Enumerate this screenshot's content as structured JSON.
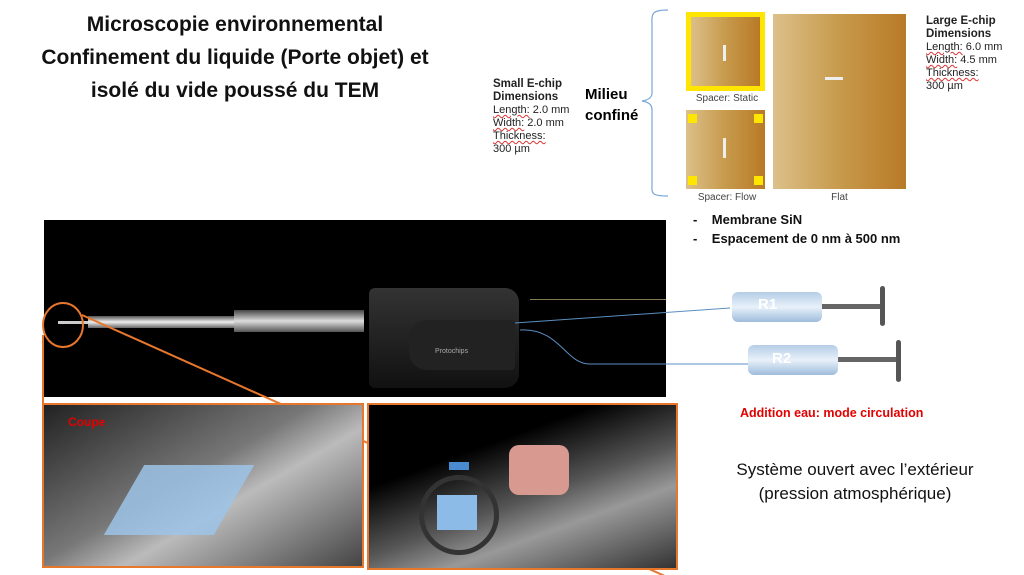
{
  "title": {
    "line1": "Microscopie environnemental",
    "line2": "Confinement du liquide (Porte objet) et",
    "line3": "isolé du vide poussé du TEM"
  },
  "small_chip": {
    "heading1": "Small E-chip",
    "heading2": "Dimensions",
    "length_label": "Length:",
    "length_value": "2.0 mm",
    "width_label": "Width:",
    "width_value": "2.0 mm",
    "thickness_label": "Thickness:",
    "thickness_value": "300 µm"
  },
  "large_chip": {
    "heading1": "Large E-chip",
    "heading2": "Dimensions",
    "length_label": "Length:",
    "length_value": "6.0 mm",
    "width_label": "Width:",
    "width_value": "4.5 mm",
    "thickness_label": "Thickness:",
    "thickness_value": "300 µm"
  },
  "milieu": {
    "line1": "Milieu",
    "line2": "confiné"
  },
  "chip_labels": {
    "static": "Spacer: Static",
    "flow": "Spacer: Flow",
    "flat": "Flat"
  },
  "bullets": [
    "Membrane SiN",
    "Espacement de 0 nm à 500 nm"
  ],
  "holder": {
    "brand": "Protochips",
    "syringe1": "R1",
    "syringe2": "R2"
  },
  "coupe": "Coupe",
  "addition": "Addition eau: mode circulation",
  "open_system": {
    "line1": "Système ouvert avec l’extérieur",
    "line2": "(pression atmosphérique)"
  },
  "colors": {
    "accent": "#e8772e",
    "red": "#e30000",
    "chip_yellow": "#ffe600"
  }
}
